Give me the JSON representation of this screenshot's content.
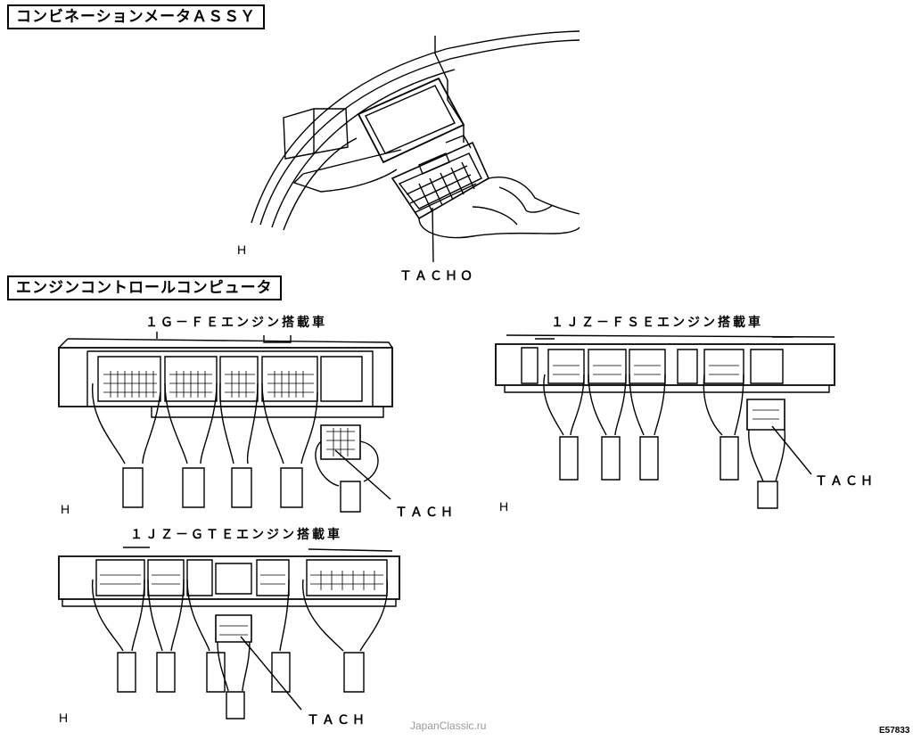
{
  "sections": {
    "meter_title": "コンビネーションメータＡＳＳＹ",
    "ecu_title": "エンジンコントロールコンピュータ"
  },
  "variants": [
    {
      "label": "１Ｇ－ＦＥエンジン搭載車",
      "connector": "ＴＡＣＨ"
    },
    {
      "label": "１ＪＺ－ＦＳＥエンジン搭載車",
      "connector": "ＴＡＣＨ"
    },
    {
      "label": "１ＪＺ－ＧＴＥエンジン搭載車",
      "connector": "ＴＡＣＨ"
    }
  ],
  "meter_connector": "ＴＡＣＨＯ",
  "view_marker": "H",
  "watermark": "JapanClassic.ru",
  "figure_code": "E57833"
}
